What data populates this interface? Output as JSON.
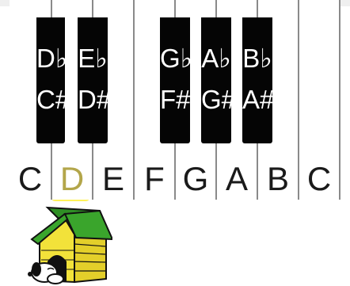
{
  "keyboard": {
    "white_keys": [
      "C",
      "D",
      "E",
      "F",
      "G",
      "A",
      "B",
      "C"
    ],
    "highlighted_key": "D",
    "black_keys": [
      {
        "top": "D♭",
        "bottom": "C#"
      },
      {
        "top": "E♭",
        "bottom": "D#"
      },
      {
        "top": "G♭",
        "bottom": "F#"
      },
      {
        "top": "A♭",
        "bottom": "G#"
      },
      {
        "top": "B♭",
        "bottom": "A#"
      }
    ]
  },
  "colors": {
    "highlight": "#fff25a",
    "roof": "#3aa52c",
    "house": "#f2e23a"
  },
  "illustration": {
    "icon": "doghouse-with-dog-icon"
  }
}
